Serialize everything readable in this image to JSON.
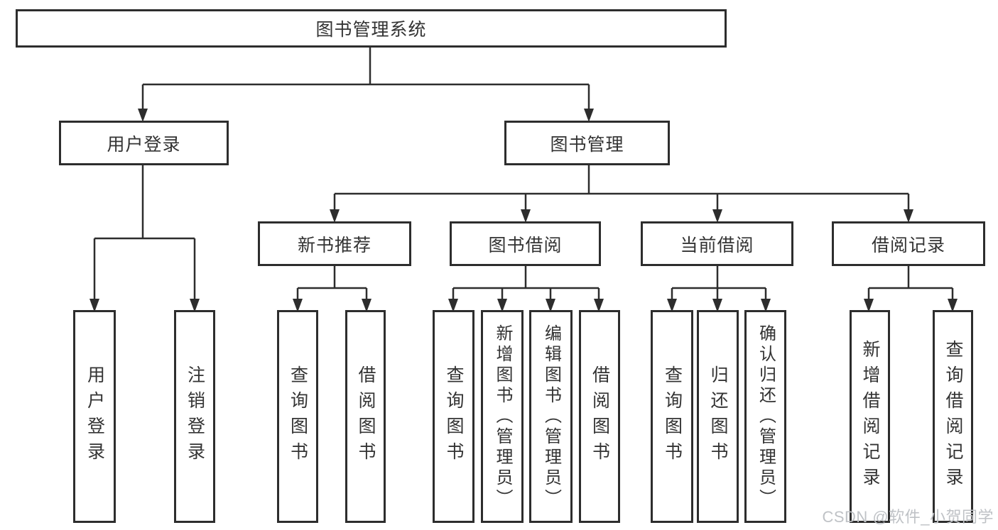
{
  "colors": {
    "background": "#ffffff",
    "line": "#2d2d2d",
    "border": "#2d2d2d",
    "text": "#333333",
    "watermark": "#bfc2c6"
  },
  "diagram": {
    "root": {
      "label": "图书管理系统"
    },
    "level2": [
      {
        "label": "用户登录",
        "parent": "图书管理系统"
      },
      {
        "label": "图书管理",
        "parent": "图书管理系统"
      }
    ],
    "level3": [
      {
        "label": "新书推荐",
        "parent": "图书管理"
      },
      {
        "label": "图书借阅",
        "parent": "图书管理"
      },
      {
        "label": "当前借阅",
        "parent": "图书管理"
      },
      {
        "label": "借阅记录",
        "parent": "图书管理"
      }
    ],
    "leaves": [
      {
        "label": "用户登录",
        "parent": "用户登录"
      },
      {
        "label": "注销登录",
        "parent": "用户登录"
      },
      {
        "label": "查询图书",
        "parent": "新书推荐"
      },
      {
        "label": "借阅图书",
        "parent": "新书推荐"
      },
      {
        "label": "查询图书",
        "parent": "图书借阅"
      },
      {
        "label": "新增图书（管理员）",
        "parent": "图书借阅"
      },
      {
        "label": "编辑图书（管理员）",
        "parent": "图书借阅"
      },
      {
        "label": "借阅图书",
        "parent": "图书借阅"
      },
      {
        "label": "查询图书",
        "parent": "当前借阅"
      },
      {
        "label": "归还图书",
        "parent": "当前借阅"
      },
      {
        "label": "确认归还（管理员）",
        "parent": "当前借阅"
      },
      {
        "label": "新增借阅记录",
        "parent": "借阅记录"
      },
      {
        "label": "查询借阅记录",
        "parent": "借阅记录"
      }
    ]
  },
  "watermark": {
    "text": "CSDN @软件_小贺同学"
  }
}
